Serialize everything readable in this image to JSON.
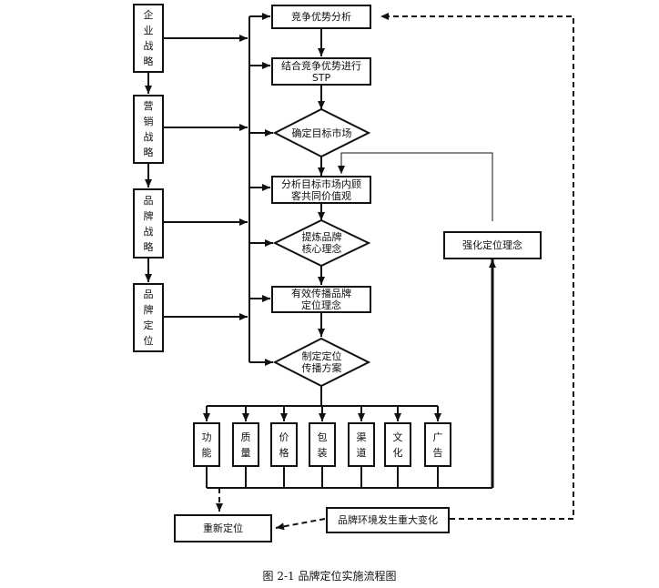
{
  "strategy": {
    "corporate": "企业战略",
    "marketing": "营销战略",
    "brand": "品牌战略",
    "positioning": "品牌定位"
  },
  "process": {
    "competitive_analysis": "竞争优势分析",
    "stp": "结合竞争优势进行\nSTP",
    "target_market": "确定目标市场",
    "value_analysis": "分析目标市场内顾\n客共同价值观",
    "refine_concept": "提炼品牌\n核心理念",
    "communicate": "有效传播品牌\n定位理念",
    "plan": "制定定位\n传播方案",
    "strengthen": "强化定位理念",
    "reposition": "重新定位",
    "env_change": "品牌环境发生重大变化"
  },
  "elements": [
    "功能",
    "质量",
    "价格",
    "包装",
    "渠道",
    "文化",
    "广告"
  ],
  "caption": "图 2-1  品牌定位实施流程图"
}
